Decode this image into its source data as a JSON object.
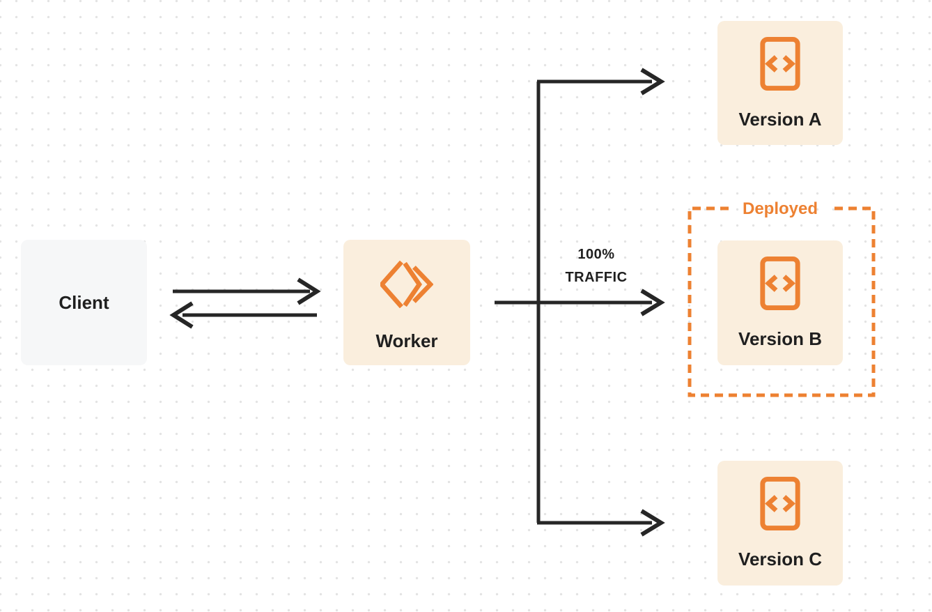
{
  "diagram": {
    "client": {
      "label": "Client"
    },
    "worker": {
      "label": "Worker"
    },
    "traffic_annotation": {
      "line1": "100%",
      "line2": "TRAFFIC"
    },
    "deployed_region": {
      "label": "Deployed"
    },
    "versions": [
      {
        "label": "Version A",
        "deployed": false
      },
      {
        "label": "Version B",
        "deployed": true
      },
      {
        "label": "Version C",
        "deployed": false
      }
    ]
  },
  "icons": {
    "worker_icon": "workers-logo-icon",
    "version_icon": "code-file-icon"
  },
  "colors": {
    "accent_orange": "#ED8132",
    "node_fill_orange": "#FAEEDD",
    "node_fill_gray": "#F6F7F8",
    "arrow_dark": "#262626",
    "text_dark": "#1F1F1F",
    "dot_grid": "#E3E3E3",
    "background": "#FFFFFF"
  }
}
